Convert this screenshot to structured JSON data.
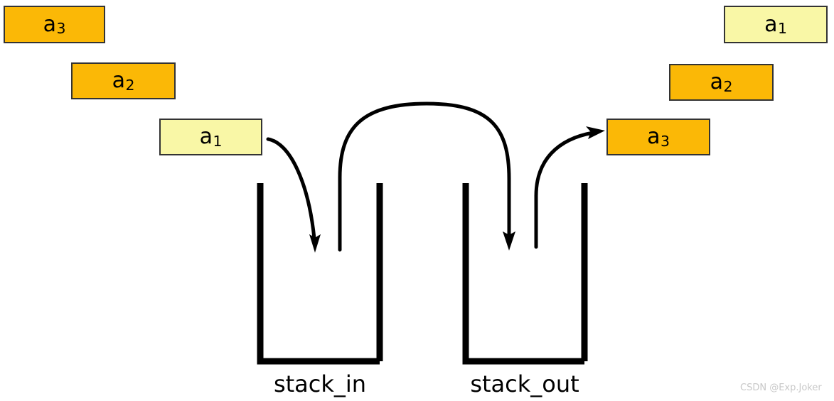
{
  "diagram": {
    "title": "stack_in / stack_out element transfer diagram",
    "colors": {
      "orange": "#FBB806",
      "pale_yellow": "#F9F7A6",
      "border": "#333333",
      "stroke": "#000000",
      "watermark": "#c8c8c8",
      "background": "#ffffff"
    }
  },
  "left_boxes": [
    {
      "base": "a",
      "sub": "3",
      "fill": "#FBB806"
    },
    {
      "base": "a",
      "sub": "2",
      "fill": "#FBB806"
    },
    {
      "base": "a",
      "sub": "1",
      "fill": "#F9F7A6"
    }
  ],
  "right_boxes": [
    {
      "base": "a",
      "sub": "1",
      "fill": "#F9F7A6"
    },
    {
      "base": "a",
      "sub": "2",
      "fill": "#FBB806"
    },
    {
      "base": "a",
      "sub": "3",
      "fill": "#FBB806"
    }
  ],
  "stacks": [
    {
      "label": "stack_in"
    },
    {
      "label": "stack_out"
    }
  ],
  "arrows": [
    {
      "name": "push-into-stack-in"
    },
    {
      "name": "transfer-stack-in-to-stack-out"
    },
    {
      "name": "pop-out-of-stack-out"
    }
  ],
  "watermark": {
    "text": "CSDN @Exp.Joker"
  }
}
